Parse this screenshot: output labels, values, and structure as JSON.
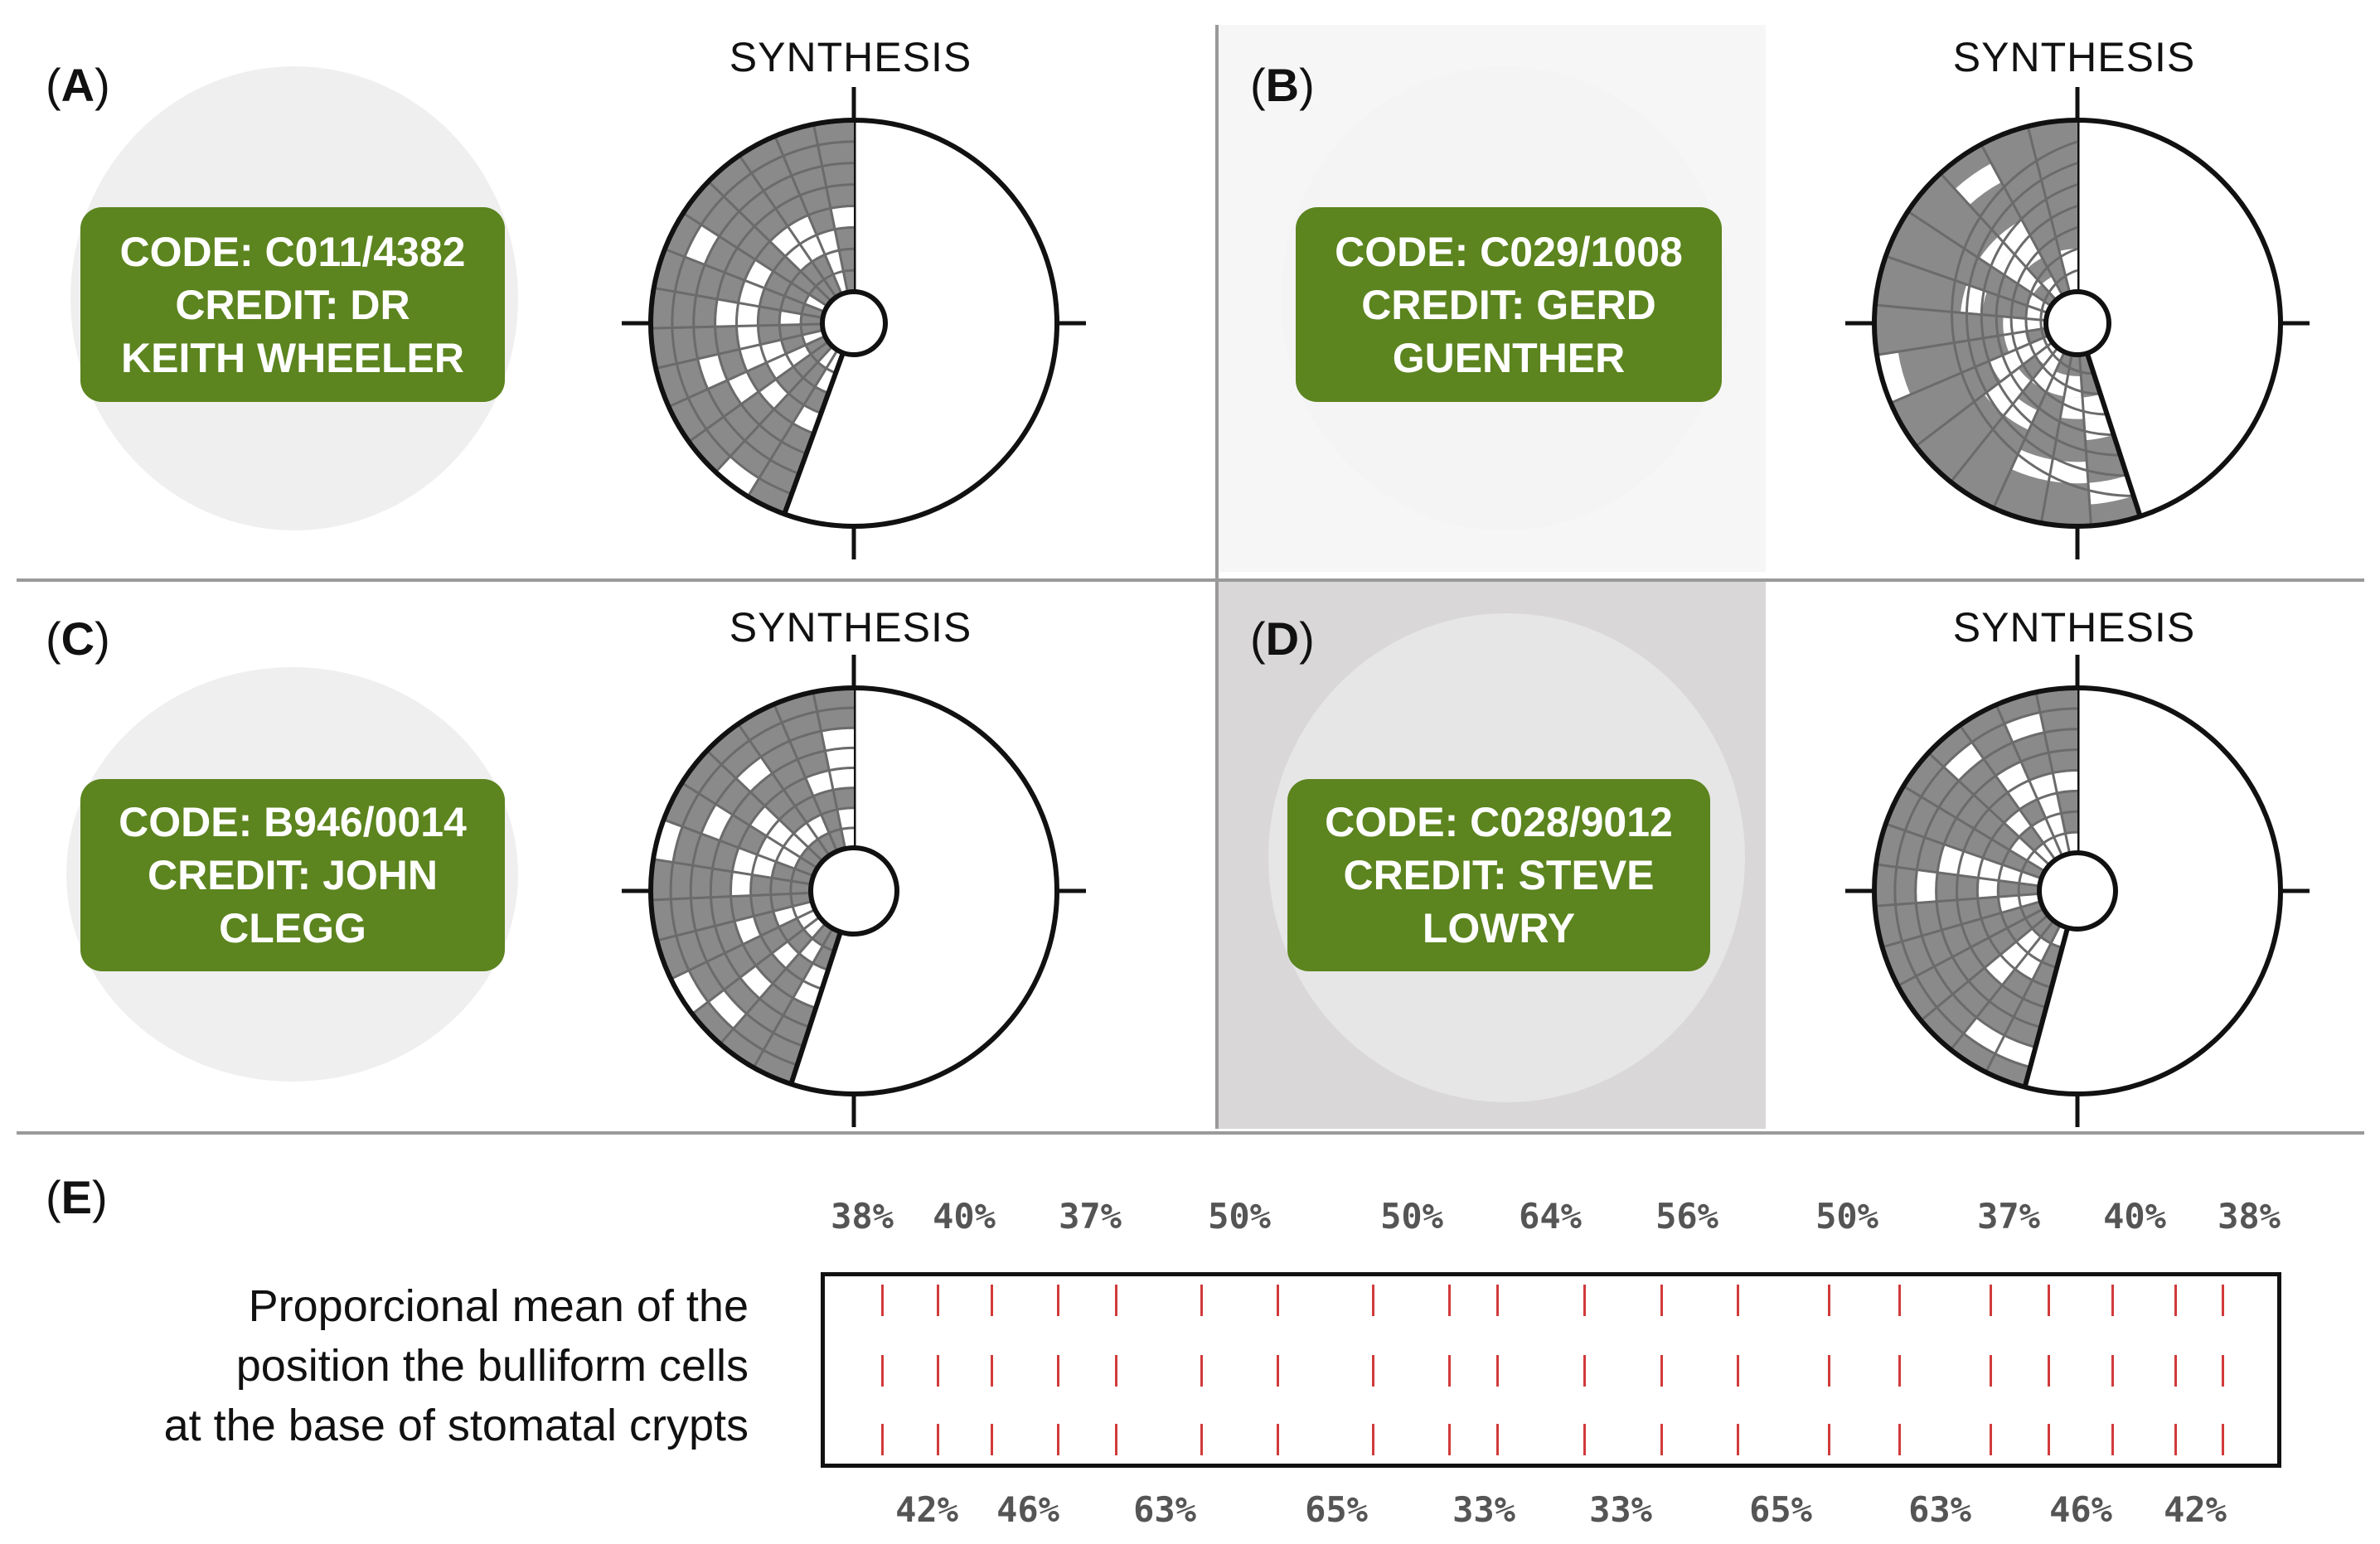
{
  "panels": [
    {
      "label": "A",
      "synthesis_label": "SYNTHESIS",
      "badge_lines": [
        "CODE: C011/4382",
        "CREDIT: DR",
        "KEITH WHEELER"
      ]
    },
    {
      "label": "B",
      "synthesis_label": "SYNTHESIS",
      "badge_lines": [
        "CODE: C029/1008",
        "CREDIT: GERD",
        "GUENTHER"
      ]
    },
    {
      "label": "C",
      "synthesis_label": "SYNTHESIS",
      "badge_lines": [
        "CODE: B946/0014",
        "CREDIT: JOHN",
        "CLEGG"
      ]
    },
    {
      "label": "D",
      "synthesis_label": "SYNTHESIS",
      "badge_lines": [
        "CODE: C028/9012",
        "CREDIT: STEVE",
        "LOWRY"
      ]
    }
  ],
  "panel_e": {
    "label": "E",
    "caption_lines": [
      "Proporcional mean of the",
      "position the bulliform cells",
      "at the base of stomatal crypts"
    ],
    "top_percents": [
      "38%",
      "40%",
      "37%",
      "50%",
      "50%",
      "64%",
      "56%",
      "50%",
      "37%",
      "40%",
      "38%"
    ],
    "bottom_percents": [
      "42%",
      "46%",
      "63%",
      "65%",
      "33%",
      "33%",
      "65%",
      "63%",
      "46%",
      "42%"
    ]
  },
  "colors": {
    "badge": "#5c841f",
    "gray_fill": "#8a8a8a",
    "tick": "#d23a3a"
  }
}
